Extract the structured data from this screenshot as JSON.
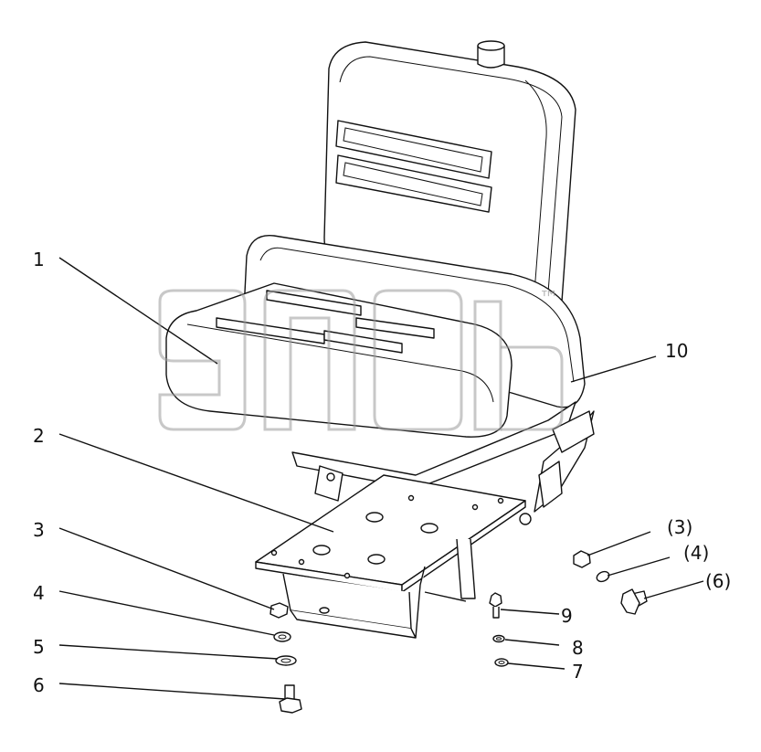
{
  "callouts": [
    {
      "id": "1",
      "text": "1"
    },
    {
      "id": "2",
      "text": "2"
    },
    {
      "id": "3",
      "text": "3"
    },
    {
      "id": "4",
      "text": "4"
    },
    {
      "id": "5",
      "text": "5"
    },
    {
      "id": "6",
      "text": "6"
    },
    {
      "id": "7",
      "text": "7"
    },
    {
      "id": "8",
      "text": "8"
    },
    {
      "id": "9",
      "text": "9"
    },
    {
      "id": "10",
      "text": "10"
    },
    {
      "id": "p3",
      "text": "(3)"
    },
    {
      "id": "p4",
      "text": "(4)"
    },
    {
      "id": "p6",
      "text": "(6)"
    }
  ],
  "watermark": {
    "mark": "™"
  }
}
